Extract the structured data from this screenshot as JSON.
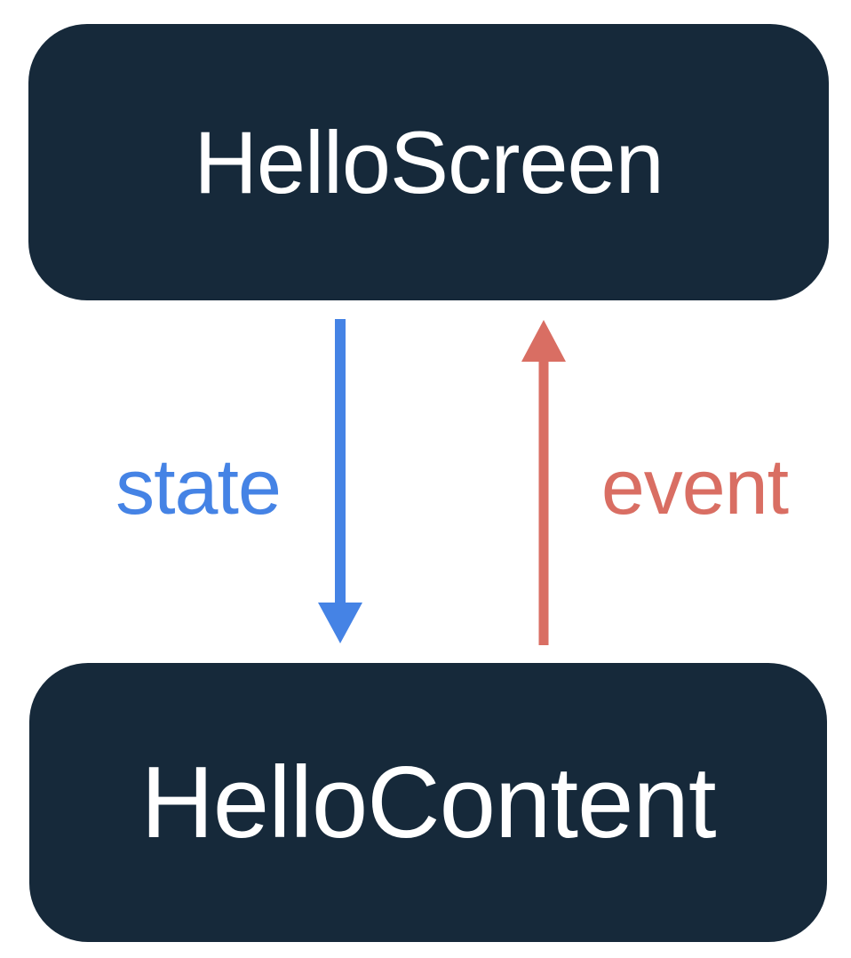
{
  "diagram": {
    "screen_box": {
      "label": "HelloScreen"
    },
    "content_box": {
      "label": "HelloContent"
    },
    "state_flow": {
      "label": "state",
      "direction": "down",
      "color": "#4583E5"
    },
    "event_flow": {
      "label": "event",
      "direction": "up",
      "color": "#D96E63"
    },
    "colors": {
      "box_fill": "#16293A",
      "box_text": "#FFFFFF",
      "canvas_bg": "#FFFFFF"
    }
  }
}
